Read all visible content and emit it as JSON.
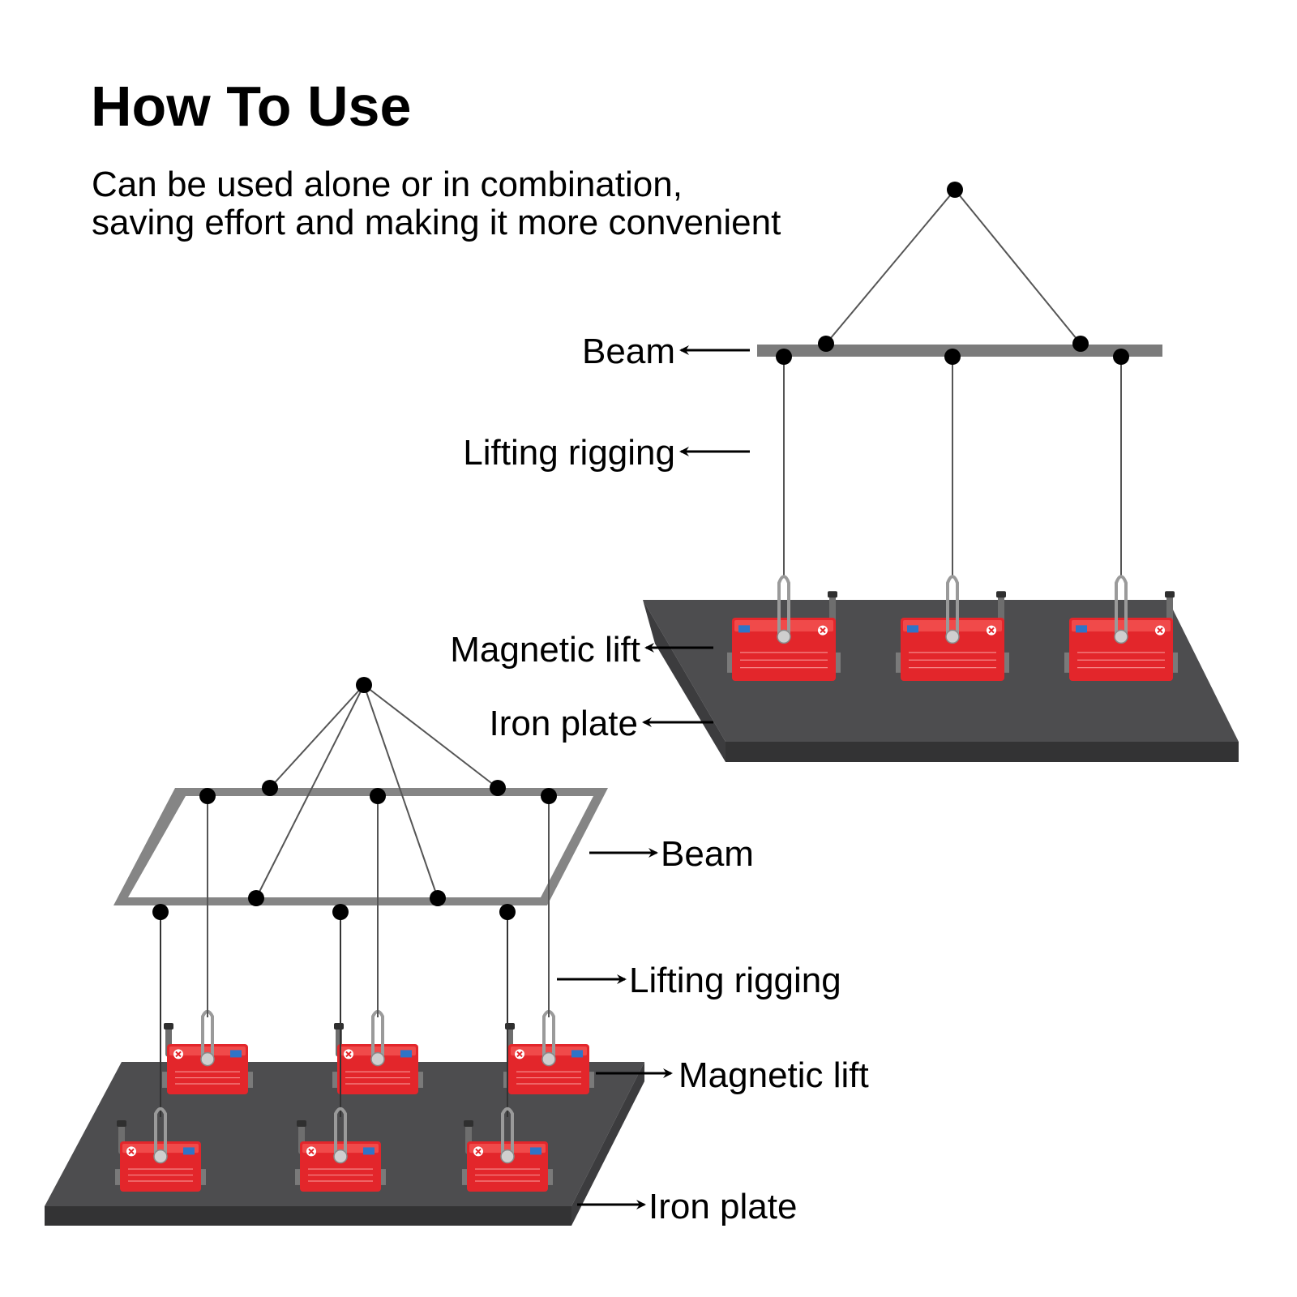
{
  "title": "How To Use",
  "subtitle": {
    "line1": "Can be used alone or in combination,",
    "line2": "saving effort and making it more convenient"
  },
  "single_setup": {
    "labels": {
      "beam": "Beam",
      "rigging": "Lifting rigging",
      "magnet": "Magnetic lift",
      "plate": "Iron plate"
    },
    "magnet_count": 3
  },
  "combined_setup": {
    "labels": {
      "beam": "Beam",
      "rigging": "Lifting rigging",
      "magnet": "Magnetic lift",
      "plate": "Iron plate"
    },
    "magnet_count": 6
  },
  "colors": {
    "plate": "#4d4d4f",
    "plate_edge": "#333334",
    "beam": "#7b7b7b",
    "magnet": "#e3262b",
    "node": "#000000",
    "rope": "#555555"
  }
}
